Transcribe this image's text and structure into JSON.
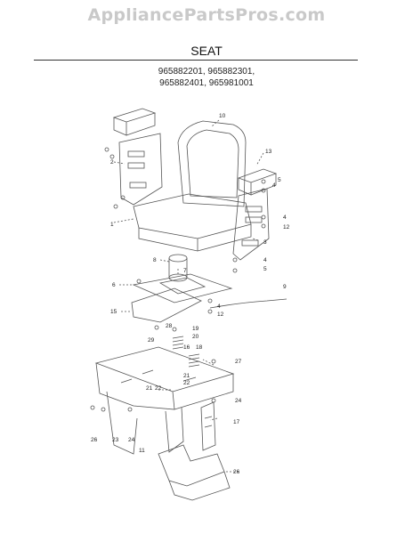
{
  "watermark": "AppliancePartsPros.com",
  "title": "SEAT",
  "model_numbers": [
    "965882201, 965882301,",
    "965882401, 965981001"
  ],
  "callouts": [
    "10",
    "13",
    "2",
    "5",
    "4",
    "4",
    "12",
    "1",
    "3",
    "4",
    "5",
    "8",
    "7",
    "6",
    "9",
    "4",
    "12",
    "15",
    "19",
    "20",
    "28",
    "29",
    "16",
    "18",
    "27",
    "21",
    "22",
    "21",
    "22",
    "24",
    "17",
    "26",
    "23",
    "24",
    "11",
    "26"
  ],
  "colors": {
    "line": "#555555",
    "text": "#222222",
    "watermark": "#c9c9c9"
  }
}
